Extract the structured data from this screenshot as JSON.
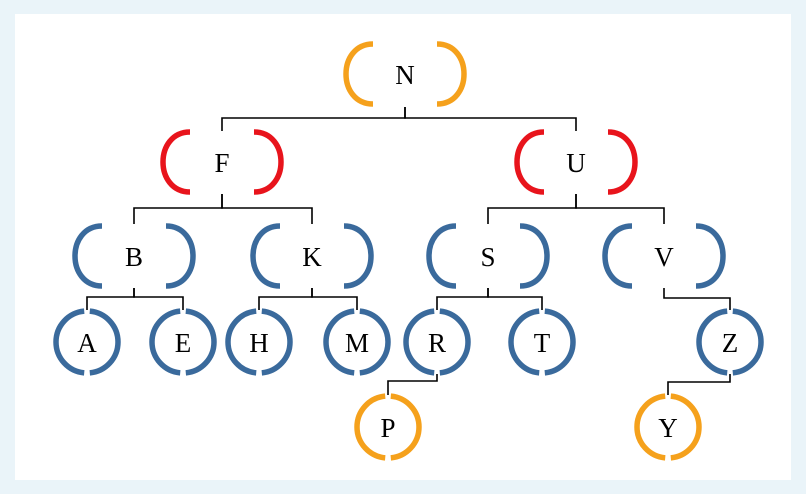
{
  "colors": {
    "background": "#eaf4f9",
    "panel": "#ffffff",
    "orange": "#f5a11c",
    "red": "#e8141c",
    "blue": "#3a6a9c",
    "edge": "#000000"
  },
  "tree": {
    "nodes": [
      {
        "id": "N",
        "label": "N",
        "color": "orange",
        "parent": null
      },
      {
        "id": "F",
        "label": "F",
        "color": "red",
        "parent": "N"
      },
      {
        "id": "U",
        "label": "U",
        "color": "red",
        "parent": "N"
      },
      {
        "id": "B",
        "label": "B",
        "color": "blue",
        "parent": "F"
      },
      {
        "id": "K",
        "label": "K",
        "color": "blue",
        "parent": "F"
      },
      {
        "id": "S",
        "label": "S",
        "color": "blue",
        "parent": "U"
      },
      {
        "id": "V",
        "label": "V",
        "color": "blue",
        "parent": "U"
      },
      {
        "id": "A",
        "label": "A",
        "color": "blue",
        "parent": "B"
      },
      {
        "id": "E",
        "label": "E",
        "color": "blue",
        "parent": "B"
      },
      {
        "id": "H",
        "label": "H",
        "color": "blue",
        "parent": "K"
      },
      {
        "id": "M",
        "label": "M",
        "color": "blue",
        "parent": "K"
      },
      {
        "id": "R",
        "label": "R",
        "color": "blue",
        "parent": "S"
      },
      {
        "id": "T",
        "label": "T",
        "color": "blue",
        "parent": "S"
      },
      {
        "id": "Z",
        "label": "Z",
        "color": "blue",
        "parent": "V"
      },
      {
        "id": "P",
        "label": "P",
        "color": "orange",
        "parent": "R"
      },
      {
        "id": "Y",
        "label": "Y",
        "color": "orange",
        "parent": "Z"
      }
    ]
  }
}
